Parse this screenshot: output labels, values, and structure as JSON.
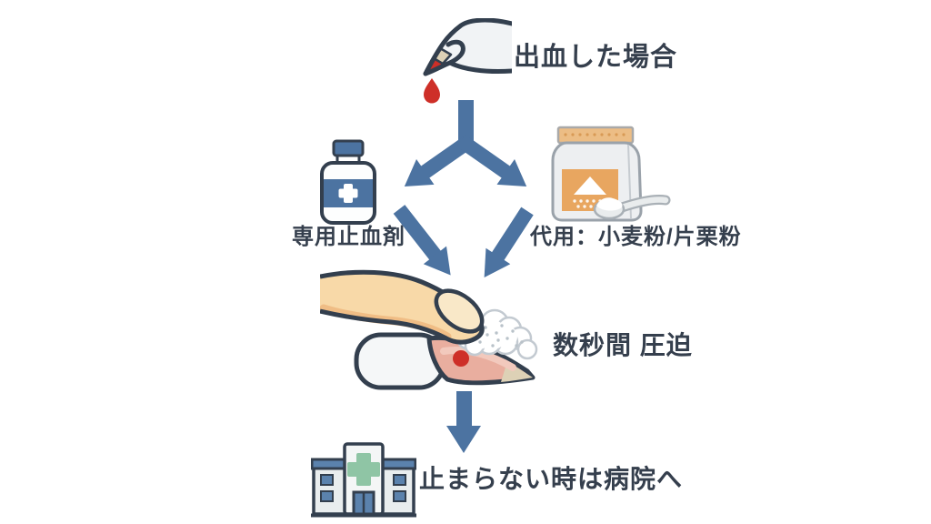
{
  "flowchart": {
    "background": "#ffffff",
    "palette": {
      "ink": "#333f4e",
      "arrow_blue": "#4c73a1",
      "blood_red": "#ce2f28",
      "bottle_blue": "#4c73a1",
      "bag_orange": "#e8a660",
      "hospital_green": "#8fc5a5",
      "window_blue": "#5b82ad",
      "skin": "#f8d9a8",
      "claw_pink": "#e9ae9f"
    },
    "start": {
      "label": "出血した場合",
      "icon": "bleeding-claw-icon"
    },
    "branch_left": {
      "label": "専用止血剤",
      "icon": "styptic-bottle-icon"
    },
    "branch_right": {
      "label": "代用：小麦粉/片栗粉",
      "icon": "flour-bag-spoon-icon"
    },
    "merge": {
      "label": "数秒間 圧迫",
      "icon": "finger-press-claw-icon"
    },
    "end": {
      "label": "止まらない時は病院へ",
      "icon": "hospital-icon"
    },
    "connectors": [
      "split-arrow",
      "merge-arrow-left",
      "merge-arrow-right",
      "down-arrow"
    ]
  }
}
